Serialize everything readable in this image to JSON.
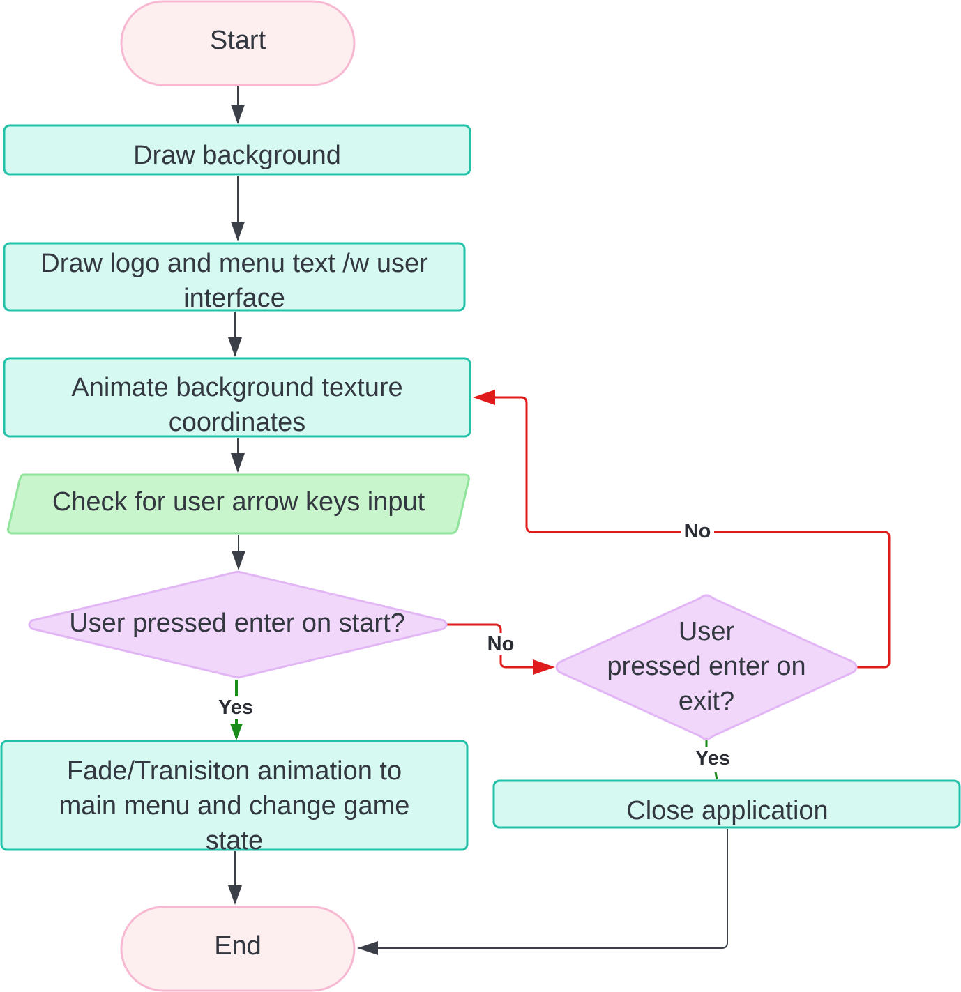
{
  "nodes": {
    "start": {
      "lines": [
        "Start"
      ]
    },
    "draw_background": {
      "lines": [
        "Draw background"
      ]
    },
    "draw_logo": {
      "lines": [
        "Draw logo and menu text /w user",
        "interface"
      ]
    },
    "animate_background": {
      "lines": [
        "Animate background texture",
        "coordinates"
      ]
    },
    "check_input": {
      "lines": [
        "Check for user arrow keys input"
      ]
    },
    "decision_start": {
      "lines": [
        "User pressed enter on start?"
      ]
    },
    "fade_transition": {
      "lines": [
        "Fade/Tranisiton animation to",
        "main menu and change game",
        "state"
      ]
    },
    "decision_exit": {
      "lines": [
        "User",
        "pressed enter on",
        "exit?"
      ]
    },
    "close_app": {
      "lines": [
        "Close application"
      ]
    },
    "end": {
      "lines": [
        "End"
      ]
    }
  },
  "edges": {
    "start_no": "No",
    "start_yes": "Yes",
    "exit_no": "No",
    "exit_yes": "Yes"
  },
  "colors": {
    "process_fill": "#d6f9f2",
    "process_stroke": "#22c2a8",
    "terminal_fill": "#fdefef",
    "terminal_stroke": "#f7b8d2",
    "io_fill": "#c9f5cc",
    "io_stroke": "#8fe39a",
    "decision_fill": "#f1d8fb",
    "decision_stroke": "#e2b6f5",
    "connector": "#3b3f48",
    "no_path": "#e01b1b",
    "yes_path": "#1a8a1a"
  }
}
